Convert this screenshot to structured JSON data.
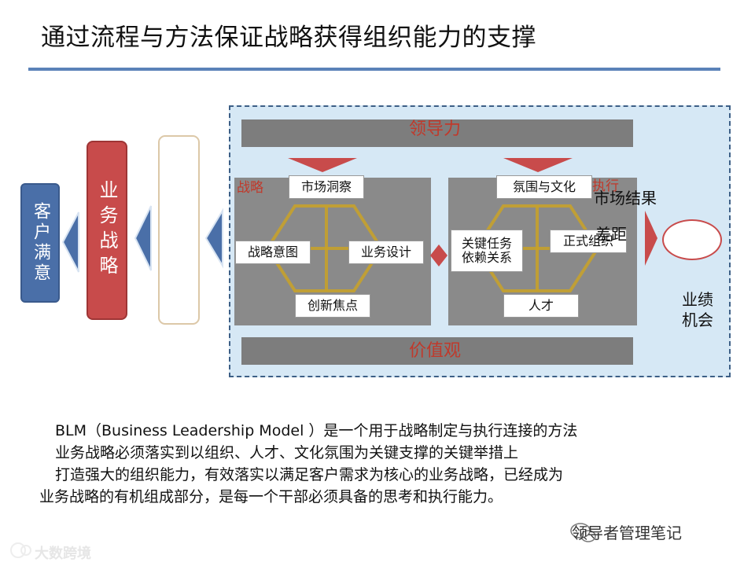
{
  "title": "通过流程与方法保证战略获得组织能力的支撑",
  "left_boxes": {
    "customer": "客户满意",
    "strategy": "业务战略"
  },
  "bands": {
    "top": "领导力",
    "bottom": "价值观"
  },
  "strategy_panel": {
    "tag": "战略",
    "market_insight": "市场洞察",
    "strategic_intent": "战略意图",
    "business_design": "业务设计",
    "innovation_focus": "创新焦点"
  },
  "execution_panel": {
    "tag": "执行",
    "climate_culture": "氛围与文化",
    "critical_tasks": [
      "关键任务",
      "依赖关系"
    ],
    "formal_org": "正式组织",
    "talent": "人才"
  },
  "right_side": {
    "market_result": "市场结果",
    "gap": "差距",
    "performance_opportunity": "业绩机会"
  },
  "description": [
    "BLM（Business Leadership Model ）是一个用于战略制定与执行连接的方法",
    "业务战略必须落实到以组织、人才、文化氛围为关键支撑的关键举措上",
    "打造强大的组织能力，有效落实以满足客户需求为核心的业务战略，已经成为",
    "业务战略的有机组成部分，是每一个干部必须具备的思考和执行能力。"
  ],
  "watermarks": {
    "right": "领导者管理笔记",
    "left": "大数跨境"
  },
  "colors": {
    "title_rule": "#5a82b8",
    "frame_bg": "#d6e8f5",
    "customer_blue": "#4a6fa8",
    "strategy_red": "#c84b4b",
    "label_red": "#c0392b",
    "band_gray": "#7d7d7d",
    "gold": "#c9a227"
  },
  "icons": [
    "chevron-left-icon",
    "triangle-down-icon",
    "diamond-icon",
    "wechat-icon",
    "logo-icon"
  ]
}
